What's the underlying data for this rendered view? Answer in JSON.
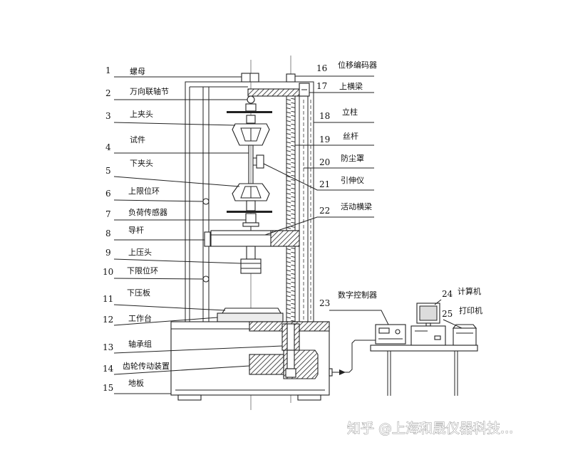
{
  "left_labels": [
    {
      "num": "1",
      "text": "螺母"
    },
    {
      "num": "2",
      "text": "万向联轴节"
    },
    {
      "num": "3",
      "text": "上夹头"
    },
    {
      "num": "4",
      "text": "试件"
    },
    {
      "num": "5",
      "text": "下夹头"
    },
    {
      "num": "6",
      "text": "上限位环"
    },
    {
      "num": "7",
      "text": "负荷传感器"
    },
    {
      "num": "8",
      "text": "导杆"
    },
    {
      "num": "9",
      "text": "上压头"
    },
    {
      "num": "10",
      "text": "下限位环"
    },
    {
      "num": "11",
      "text": "下压板"
    },
    {
      "num": "12",
      "text": "工作台"
    },
    {
      "num": "13",
      "text": "轴承组"
    },
    {
      "num": "14",
      "text": "齿轮传动装置"
    },
    {
      "num": "15",
      "text": "地板"
    }
  ],
  "right_labels": [
    {
      "num": "16",
      "text": "位移编码器"
    },
    {
      "num": "17",
      "text": "上横梁"
    },
    {
      "num": "18",
      "text": "立柱"
    },
    {
      "num": "19",
      "text": "丝杆"
    },
    {
      "num": "20",
      "text": "防尘罩"
    },
    {
      "num": "21",
      "text": "引伸仪"
    },
    {
      "num": "22",
      "text": "活动横梁"
    },
    {
      "num": "23",
      "text": "数字控制器"
    },
    {
      "num": "24",
      "text": "计算机"
    },
    {
      "num": "25",
      "text": "打印机"
    }
  ],
  "watermark": "知乎 @上海和晟仪器科技..."
}
